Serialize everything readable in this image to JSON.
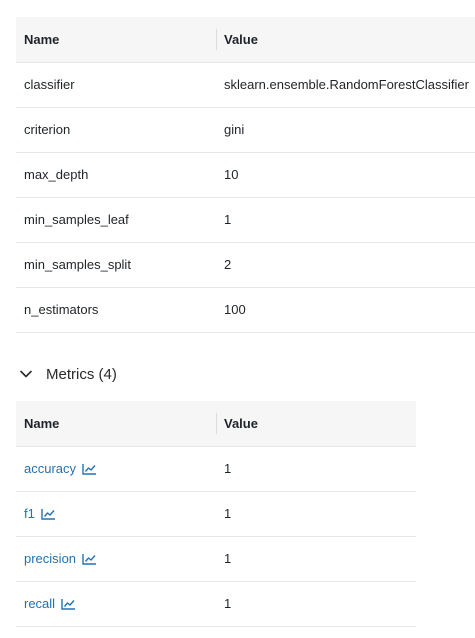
{
  "parameters": {
    "headers": {
      "name": "Name",
      "value": "Value"
    },
    "rows": [
      {
        "name": "classifier",
        "value": "sklearn.ensemble.RandomForestClassifier"
      },
      {
        "name": "criterion",
        "value": "gini"
      },
      {
        "name": "max_depth",
        "value": "10"
      },
      {
        "name": "min_samples_leaf",
        "value": "1"
      },
      {
        "name": "min_samples_split",
        "value": "2"
      },
      {
        "name": "n_estimators",
        "value": "100"
      }
    ]
  },
  "metrics": {
    "section_title": "Metrics (4)",
    "headers": {
      "name": "Name",
      "value": "Value"
    },
    "rows": [
      {
        "name": "accuracy",
        "value": "1"
      },
      {
        "name": "f1",
        "value": "1"
      },
      {
        "name": "precision",
        "value": "1"
      },
      {
        "name": "recall",
        "value": "1"
      }
    ]
  },
  "colors": {
    "link": "#2272b4",
    "header_bg": "#f6f6f6",
    "divider": "#e6e6e6"
  },
  "icons": {
    "section_toggle": "chevron-down-icon",
    "metric_chart": "line-chart-icon"
  }
}
